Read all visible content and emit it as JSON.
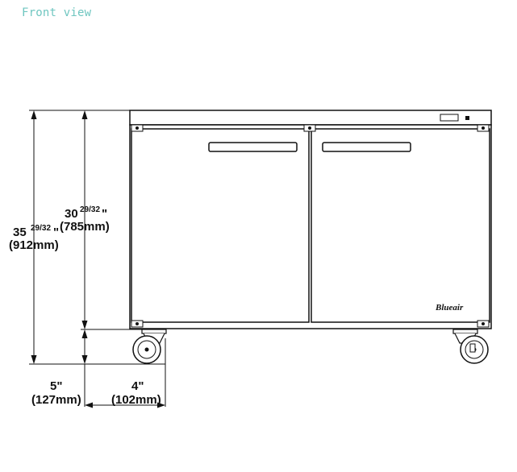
{
  "header": {
    "title": "Front view"
  },
  "brand": {
    "logo_text": "Blueair"
  },
  "dimensions": {
    "total_height": {
      "whole": "35",
      "fraction": "29/32",
      "unit": "\"",
      "metric": "(912mm)"
    },
    "cabinet_height": {
      "whole": "30",
      "fraction": "29/32",
      "unit": "\"",
      "metric": "(785mm)"
    },
    "caster_height": {
      "label": "5\"",
      "metric": "(127mm)"
    },
    "caster_width": {
      "label": "4\"",
      "metric": "(102mm)"
    }
  },
  "colors": {
    "title": "#6fc6c0",
    "lines": "#111111"
  }
}
